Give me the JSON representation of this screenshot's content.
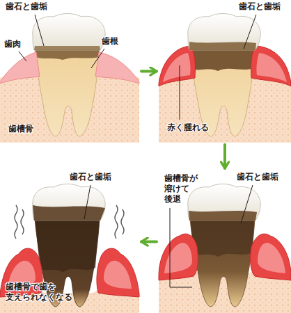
{
  "diagram": {
    "nodes": [
      {
        "text": [
          "歯石と歯垢",
          "歯肉",
          "歯根",
          "歯槽骨"
        ]
      },
      {
        "text": [
          "歯石と歯垢",
          "赤く腫れる"
        ]
      },
      {
        "text": [
          "歯槽骨が 溶けて 後退",
          "歯石と歯垢"
        ]
      },
      {
        "text": [
          "歯石と歯垢",
          "歯槽骨で歯を 支えられなくなる"
        ]
      }
    ],
    "edges": [
      {
        "from": 0,
        "to": 1,
        "arrow": "to"
      },
      {
        "from": 1,
        "to": 2,
        "arrow": "to"
      },
      {
        "from": 2,
        "to": 3,
        "arrow": "to"
      }
    ]
  }
}
